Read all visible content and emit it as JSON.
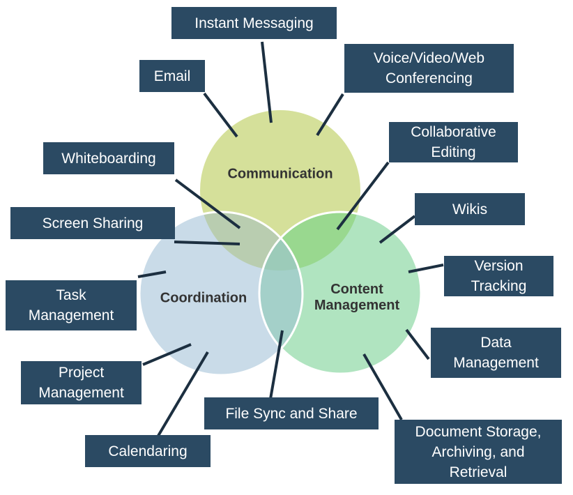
{
  "circles": {
    "communication": {
      "label": "Communication",
      "color": "#d5e09a"
    },
    "coordination": {
      "label": "Coordination",
      "color": "#c9dbe8"
    },
    "content": {
      "label": "Content\nManagement",
      "color": "#b0e4c0"
    }
  },
  "overlap_colors": {
    "communication_coordination": "#b9cdb0",
    "communication_content": "#99d88f",
    "coordination_content": "#a4d0c9",
    "all": "#9ccbb9"
  },
  "boxes": {
    "instant_messaging": "Instant Messaging",
    "email": "Email",
    "conferencing": "Voice/Video/Web\nConferencing",
    "collaborative_editing": "Collaborative\nEditing",
    "whiteboarding": "Whiteboarding",
    "wikis": "Wikis",
    "screen_sharing": "Screen Sharing",
    "version_tracking": "Version\nTracking",
    "task_management": "Task\nManagement",
    "data_management": "Data\nManagement",
    "project_management": "Project\nManagement",
    "file_sync": "File Sync and Share",
    "calendaring": "Calendaring",
    "document_storage": "Document Storage,\nArchiving, and\nRetrieval"
  },
  "colors": {
    "box": "#2b4a63",
    "connector": "#1c2f40"
  }
}
